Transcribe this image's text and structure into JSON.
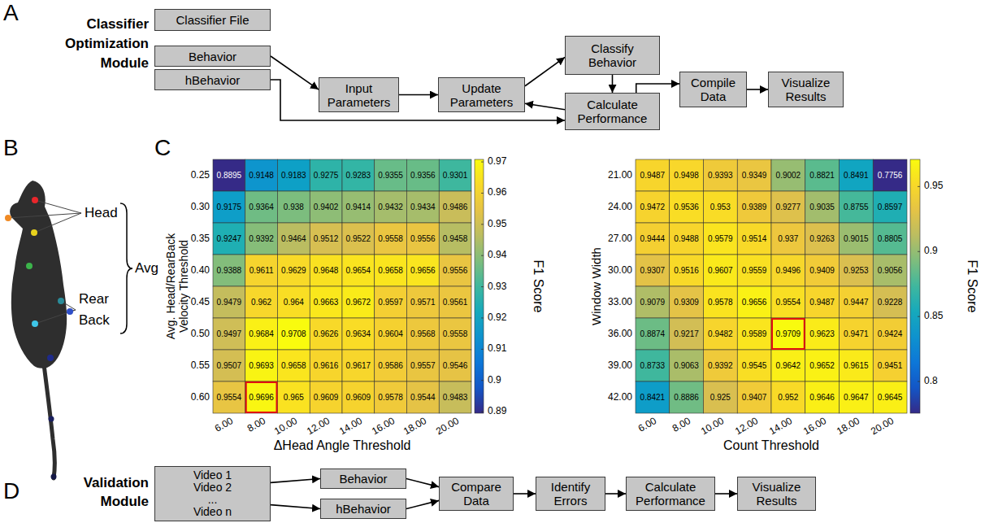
{
  "diagram": {
    "nodes": [
      {
        "text": [
          "Classifier File"
        ]
      },
      {
        "text": [
          "Behavior"
        ]
      },
      {
        "text": [
          "hBehavior"
        ]
      },
      {
        "text": [
          "Input Parameters"
        ]
      },
      {
        "text": [
          "Update Parameters"
        ]
      },
      {
        "text": [
          "Classify Behavior"
        ]
      },
      {
        "text": [
          "Calculate Performance"
        ]
      },
      {
        "text": [
          "Compile Data"
        ]
      },
      {
        "text": [
          "Visualize Results"
        ]
      },
      {
        "text": [
          "Video 1",
          "Video 2",
          "...",
          "Video n"
        ]
      },
      {
        "text": [
          "Behavior"
        ]
      },
      {
        "text": [
          "hBehavior"
        ]
      },
      {
        "text": [
          "Compare Data"
        ]
      },
      {
        "text": [
          "Identify Errors"
        ]
      },
      {
        "text": [
          "Calculate Performance"
        ]
      },
      {
        "text": [
          "Visualize Results"
        ]
      }
    ],
    "edges": [
      {
        "from": 1,
        "to": 3,
        "arrow": "to"
      },
      {
        "from": 3,
        "to": 4,
        "arrow": "to"
      },
      {
        "from": 4,
        "to": 5,
        "arrow": "to"
      },
      {
        "from": 6,
        "to": 4,
        "arrow": "to"
      },
      {
        "from": 5,
        "to": 6,
        "arrow": "to"
      },
      {
        "from": 2,
        "to": 6,
        "arrow": "to"
      },
      {
        "from": 6,
        "to": 7,
        "arrow": "to"
      },
      {
        "from": 7,
        "to": 8,
        "arrow": "to"
      },
      {
        "from": 9,
        "to": 10,
        "arrow": "to"
      },
      {
        "from": 9,
        "to": 11,
        "arrow": "to"
      },
      {
        "from": 10,
        "to": 12,
        "arrow": "to"
      },
      {
        "from": 11,
        "to": 12,
        "arrow": "to"
      },
      {
        "from": 12,
        "to": 13,
        "arrow": "to"
      },
      {
        "from": 13,
        "to": 14,
        "arrow": "to"
      },
      {
        "from": 14,
        "to": 15,
        "arrow": "to"
      }
    ],
    "labels": [
      "A",
      "Classifier Optimization Module",
      "B",
      "Head",
      "Rear Back",
      "Avg",
      "C",
      "Avg. Head/RearBack Velocity Threshold",
      "0.25",
      "0.30",
      "0.35",
      "0.40",
      "0.45",
      "0.50",
      "0.55",
      "0.60",
      "0.8895",
      "0.9148",
      "0.9183",
      "0.9275",
      "0.9283",
      "0.9355",
      "0.9356",
      "0.9301",
      "0.9175",
      "0.9364",
      "0.938",
      "0.9402",
      "0.9414",
      "0.9432",
      "0.9434",
      "0.9486",
      "0.9247",
      "0.9392",
      "0.9464",
      "0.9512",
      "0.9522",
      "0.9558",
      "0.9556",
      "0.9458",
      "0.9388",
      "0.9611",
      "0.9629",
      "0.9648",
      "0.9654",
      "0.9658",
      "0.9656",
      "0.9556",
      "0.9479",
      "0.962",
      "0.964",
      "0.9663",
      "0.9672",
      "0.9597",
      "0.9571",
      "0.9561",
      "0.9497",
      "0.9684",
      "0.9708",
      "0.9626",
      "0.9634",
      "0.9604",
      "0.9568",
      "0.9558",
      "0.9507",
      "0.9693",
      "0.9658",
      "0.9616",
      "0.9617",
      "0.9586",
      "0.9557",
      "0.9546",
      "0.9554",
      "0.9696",
      "0.965",
      "0.9609",
      "0.9609",
      "0.9578",
      "0.9544",
      "0.9483",
      "6.00",
      "8.00",
      "10.00",
      "12.00",
      "14.00",
      "16.00",
      "18.00",
      "20.00",
      "ΔHead Angle Threshold",
      "0.97",
      "0.96",
      "0.95",
      "0.94",
      "0.93",
      "0.92",
      "0.91",
      "0.9",
      "0.89",
      "F1 Score",
      "Window Width",
      "21.00",
      "24.00",
      "27.00",
      "30.00",
      "33.00",
      "36.00",
      "39.00",
      "42.00",
      "0.9487",
      "0.9498",
      "0.9393",
      "0.9349",
      "0.9002",
      "0.8821",
      "0.8491",
      "0.7756",
      "0.9472",
      "0.9536",
      "0.953",
      "0.9389",
      "0.9277",
      "0.9035",
      "0.8755",
      "0.8597",
      "0.9444",
      "0.9488",
      "0.9579",
      "0.9514",
      "0.937",
      "0.9263",
      "0.9015",
      "0.8805",
      "0.9307",
      "0.9516",
      "0.9607",
      "0.9559",
      "0.9496",
      "0.9409",
      "0.9253",
      "0.9056",
      "0.9079",
      "0.9309",
      "0.9578",
      "0.9656",
      "0.9554",
      "0.9487",
      "0.9447",
      "0.9228",
      "0.8874",
      "0.9217",
      "0.9482",
      "0.9589",
      "0.9709",
      "0.9623",
      "0.9471",
      "0.9424",
      "0.8733",
      "0.9063",
      "0.9392",
      "0.9545",
      "0.9642",
      "0.9652",
      "0.9615",
      "0.9451",
      "0.8421",
      "0.8886",
      "0.925",
      "0.9407",
      "0.952",
      "0.9646",
      "0.9647",
      "0.9645",
      "6.00",
      "8.00",
      "10.00",
      "12.00",
      "14.00",
      "16.00",
      "18.00",
      "20.00",
      "Count Threshold",
      "0.95",
      "0.9",
      "0.85",
      "0.8",
      "F1 Score",
      "D",
      "Validation Module"
    ]
  }
}
